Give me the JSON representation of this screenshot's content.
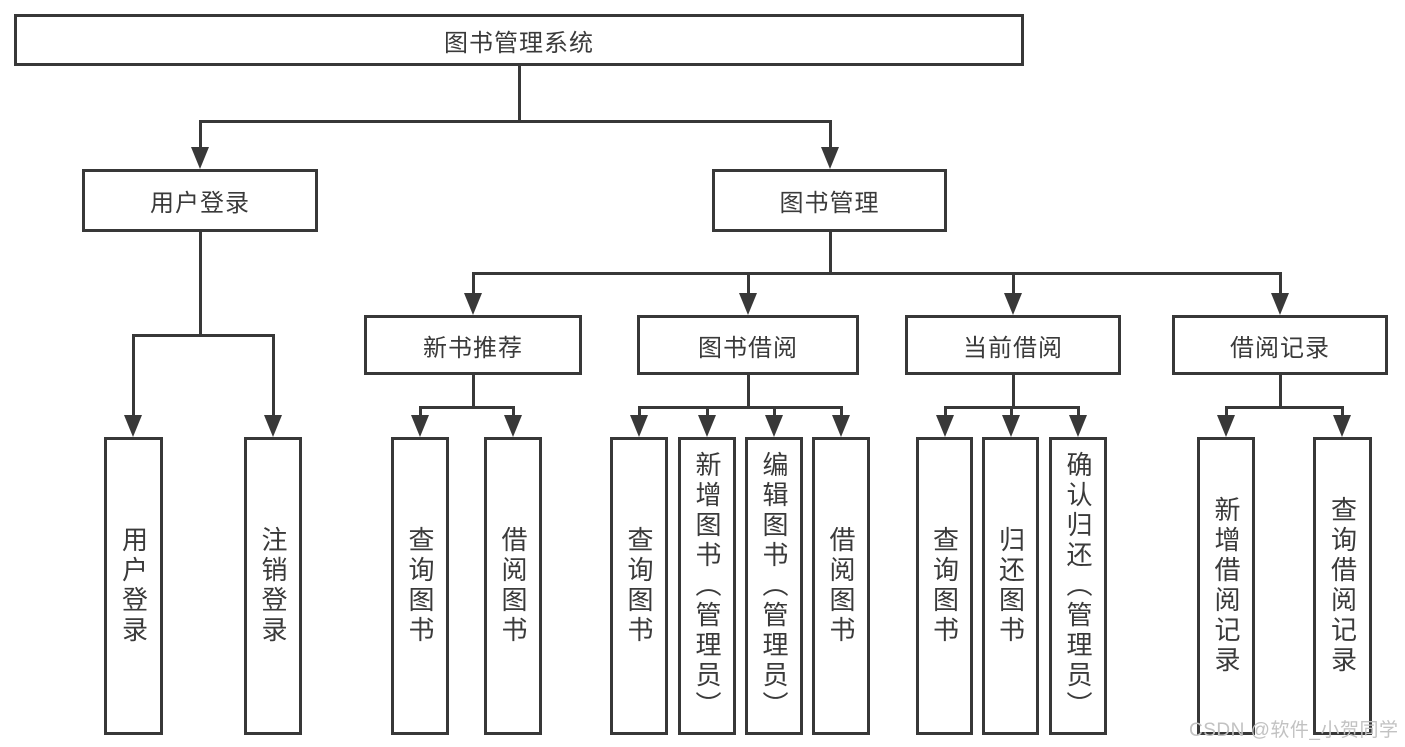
{
  "tree": {
    "label": "图书管理系统",
    "children": [
      {
        "label": "用户登录",
        "children": [
          {
            "label": "用户登录"
          },
          {
            "label": "注销登录"
          }
        ]
      },
      {
        "label": "图书管理",
        "children": [
          {
            "label": "新书推荐",
            "children": [
              {
                "label": "查询图书"
              },
              {
                "label": "借阅图书"
              }
            ]
          },
          {
            "label": "图书借阅",
            "children": [
              {
                "label": "查询图书"
              },
              {
                "label": "新增图书（管理员）"
              },
              {
                "label": "编辑图书（管理员）"
              },
              {
                "label": "借阅图书"
              }
            ]
          },
          {
            "label": "当前借阅",
            "children": [
              {
                "label": "查询图书"
              },
              {
                "label": "归还图书"
              },
              {
                "label": "确认归还（管理员）"
              }
            ]
          },
          {
            "label": "借阅记录",
            "children": [
              {
                "label": "新增借阅记录"
              },
              {
                "label": "查询借阅记录"
              }
            ]
          }
        ]
      }
    ]
  },
  "watermark": {
    "text": "CSDN @软件_小贺同学"
  },
  "colors": {
    "line": "#383838",
    "text": "#3a3a3a",
    "background": "#ffffff",
    "watermark": "#c2c2c2"
  }
}
